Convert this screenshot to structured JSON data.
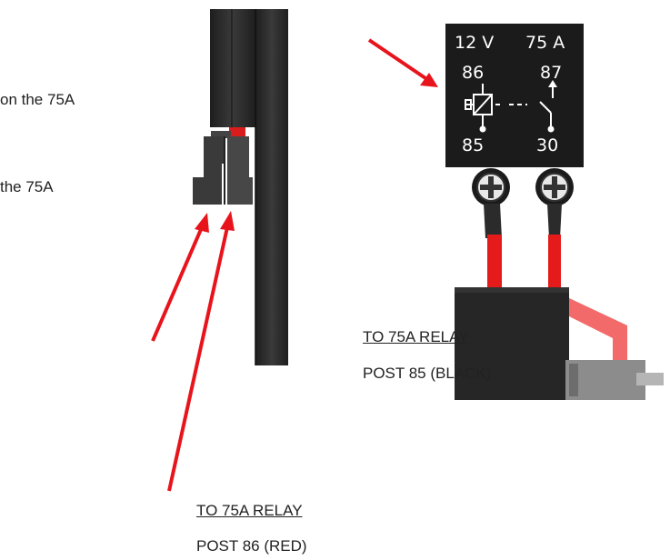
{
  "notes": {
    "line1": "on the 75A",
    "line2": "the 75A"
  },
  "relay": {
    "voltage": "12 V",
    "amperage": "75 A",
    "post_86": "86",
    "post_87": "87",
    "post_85": "85",
    "post_30": "30"
  },
  "callout_black": {
    "line1": "TO 75A RELAY",
    "line2": "POST 85 (BLACK)"
  },
  "callout_red": {
    "line1": "TO 75A RELAY",
    "line2": "POST 86 (RED)"
  },
  "colors": {
    "arrow": "#e8141c",
    "cable": "#2a2a2a",
    "red_wire": "#e51b1b",
    "pink_wire": "#f26a6a"
  }
}
